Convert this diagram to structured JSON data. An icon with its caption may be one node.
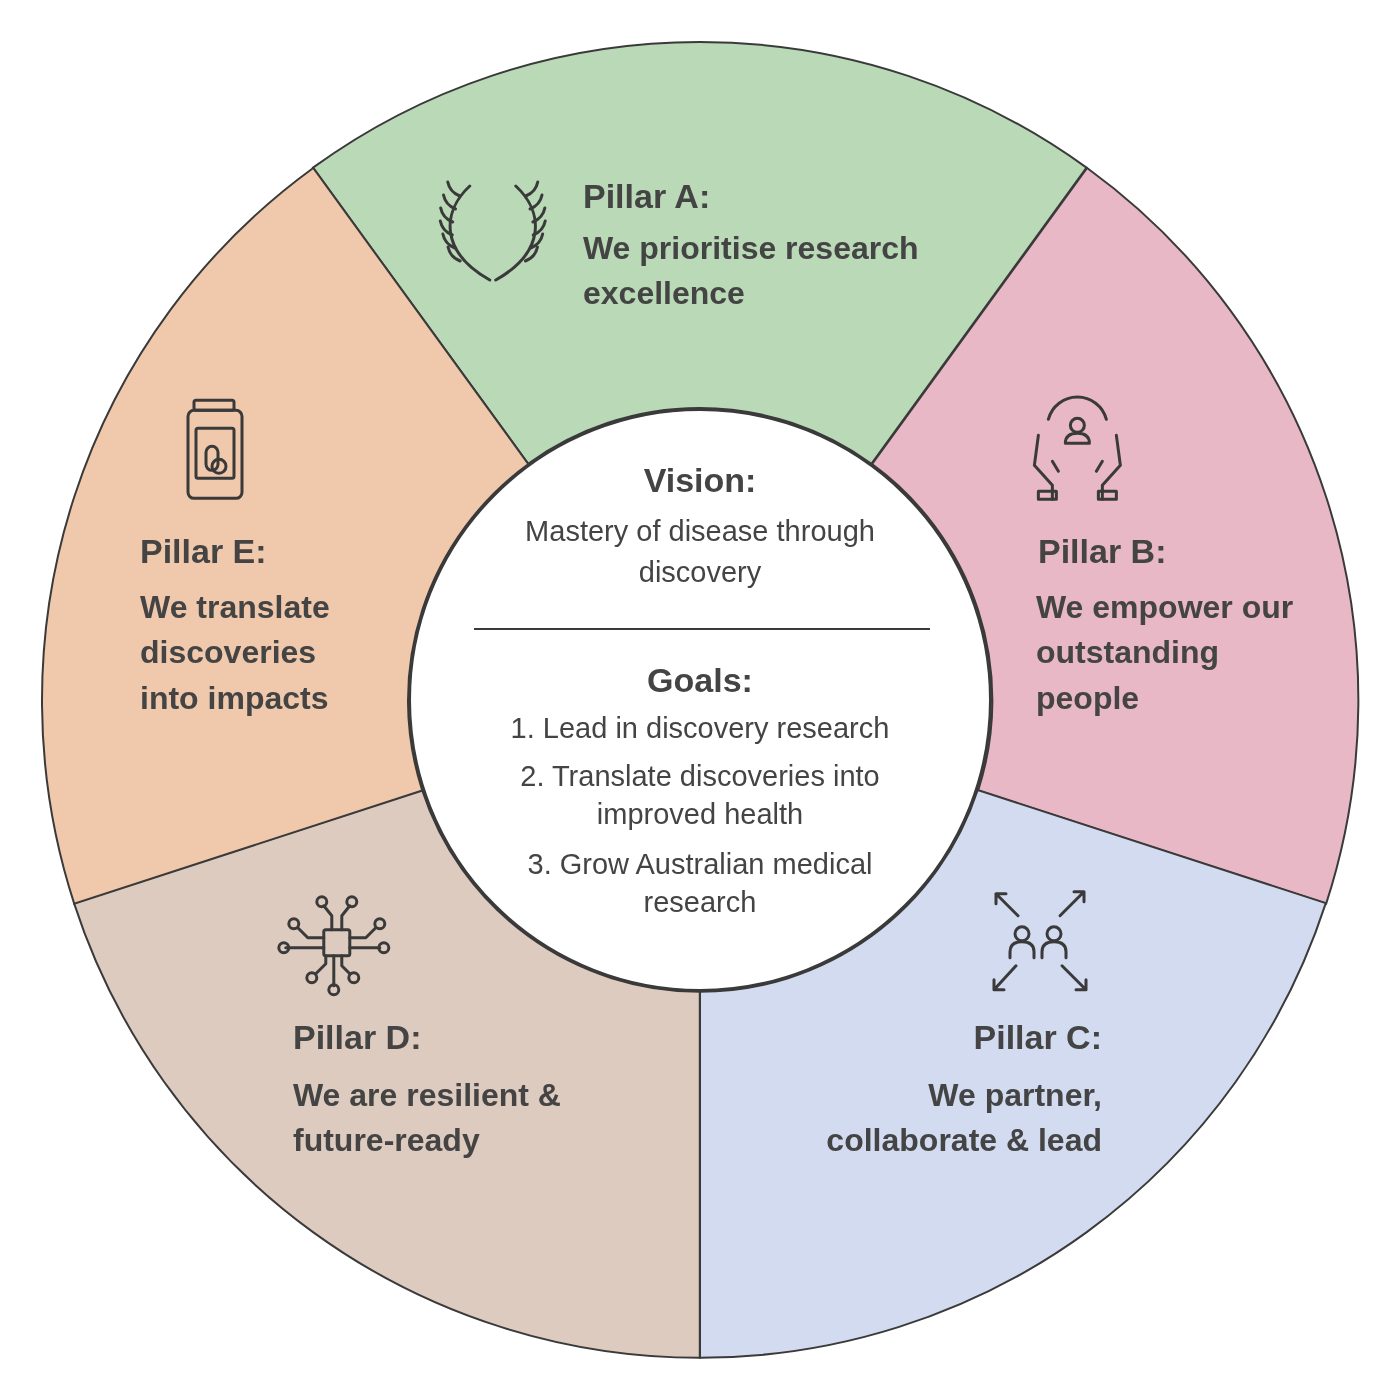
{
  "diagram": {
    "nodes": [
      {
        "text": [
          "Pillar A:",
          "We prioritise research excellence"
        ]
      },
      {
        "text": [
          "Pillar B:",
          "We empower our outstanding people"
        ]
      },
      {
        "text": [
          "Pillar C:",
          "We partner, collaborate & lead"
        ]
      },
      {
        "text": [
          "Pillar D:",
          "We are resilient & future-ready"
        ]
      },
      {
        "text": [
          "Pillar E:",
          "We translate discoveries into impacts"
        ]
      },
      {
        "text": [
          "Vision:",
          "Mastery of disease through discovery",
          "Goals:",
          "1. Lead in discovery research",
          "2. Translate discoveries into improved health",
          "3. Grow Australian medical research"
        ]
      }
    ]
  }
}
